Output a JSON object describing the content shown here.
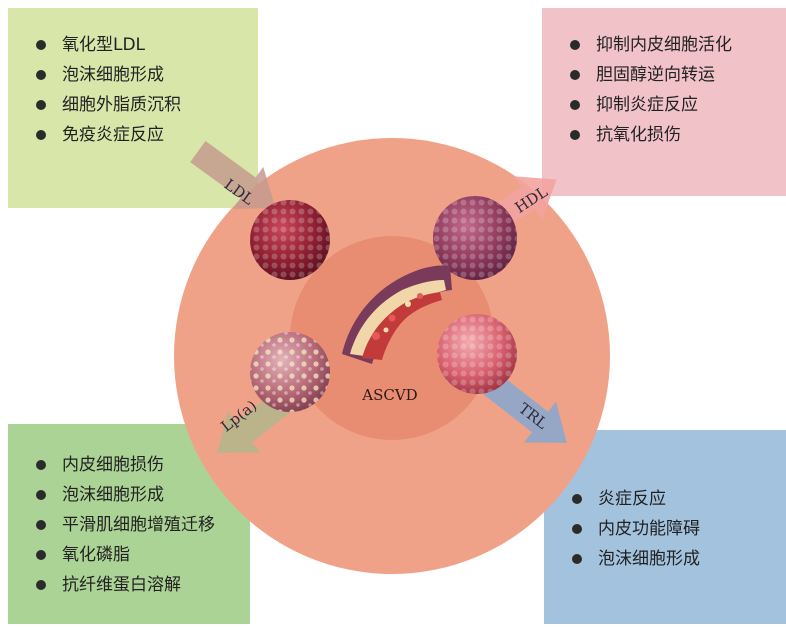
{
  "center": {
    "label": "ASCVD"
  },
  "arrows": {
    "ldl": "LDL",
    "hdl": "HDL",
    "lpa": "Lp(a)",
    "trl": "TRL"
  },
  "boxes": {
    "ldl": {
      "items": [
        "氧化型LDL",
        "泡沫细胞形成",
        "细胞外脂质沉积",
        "免疫炎症反应"
      ],
      "color": "#d8e6a9"
    },
    "hdl": {
      "items": [
        "抑制内皮细胞活化",
        "胆固醇逆向转运",
        "抑制炎症反应",
        "抗氧化损伤"
      ],
      "color": "#f1c2c8"
    },
    "lpa": {
      "items": [
        "内皮细胞损伤",
        "泡沫细胞形成",
        "平滑肌细胞增殖迁移",
        "氧化磷脂",
        "抗纤维蛋白溶解"
      ],
      "color": "#acd396"
    },
    "trl": {
      "items": [
        "炎症反应",
        "内皮功能障碍",
        "泡沫细胞形成"
      ],
      "color": "#a2c2de"
    }
  },
  "colors": {
    "outer_circle": "#f0a288",
    "inner_circle": "#e88d72"
  }
}
